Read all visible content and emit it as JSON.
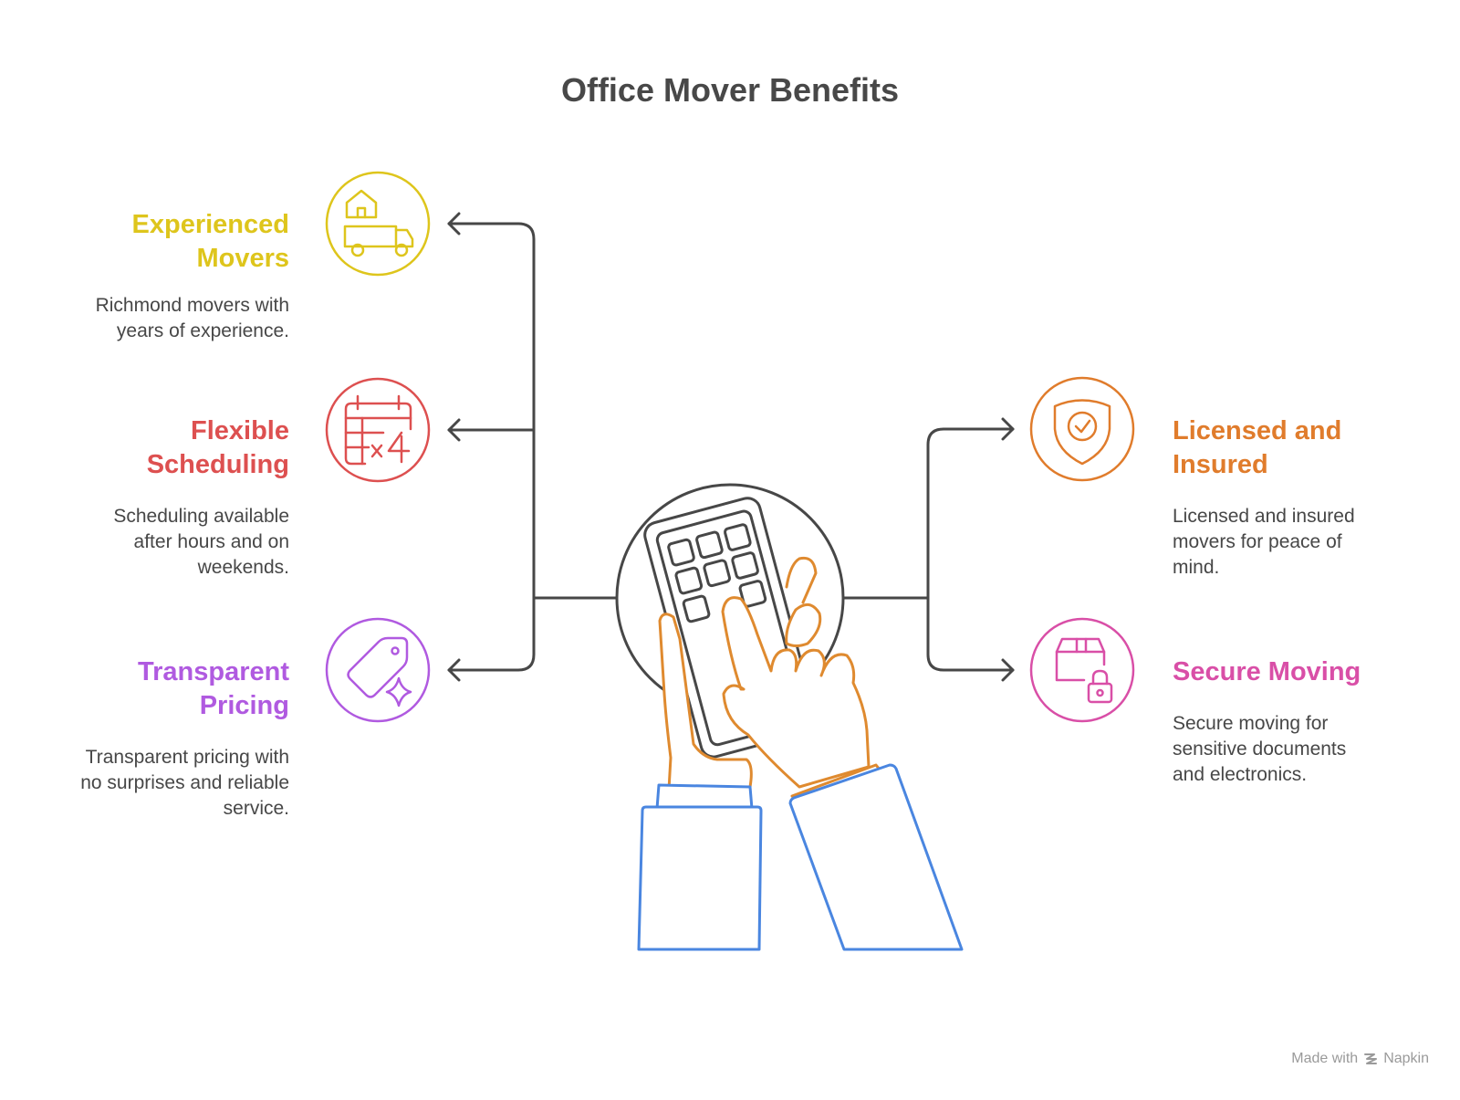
{
  "title": "Office Mover Benefits",
  "colors": {
    "connector": "#474747",
    "yellow": "#DEC51C",
    "red": "#DD5050",
    "purple": "#B05AE0",
    "orange": "#E07C2C",
    "pink": "#D94FA7",
    "sleeve": "#4A86E0",
    "hand": "#DF8A2F",
    "phone": "#474747"
  },
  "benefits": [
    {
      "heading_line1": "Experienced",
      "heading_line2": "Movers",
      "desc_line1": "Richmond movers with",
      "desc_line2": "years of experience.",
      "desc_line3": "",
      "icon": "moving-truck-house-icon",
      "color": "yellow"
    },
    {
      "heading_line1": "Flexible",
      "heading_line2": "Scheduling",
      "desc_line1": "Scheduling available",
      "desc_line2": "after hours and on",
      "desc_line3": "weekends.",
      "icon": "calendar-times-four-icon",
      "color": "red"
    },
    {
      "heading_line1": "Transparent",
      "heading_line2": "Pricing",
      "desc_line1": "Transparent pricing with",
      "desc_line2": "no surprises and reliable",
      "desc_line3": "service.",
      "icon": "price-tag-sparkle-icon",
      "color": "purple"
    },
    {
      "heading_line1": "Licensed and",
      "heading_line2": "Insured",
      "desc_line1": "Licensed and insured",
      "desc_line2": "movers for peace of",
      "desc_line3": "mind.",
      "icon": "shield-check-icon",
      "color": "orange"
    },
    {
      "heading_line1": "Secure Moving",
      "heading_line2": "",
      "desc_line1": "Secure moving for",
      "desc_line2": "sensitive documents",
      "desc_line3": "and electronics.",
      "icon": "box-padlock-icon",
      "color": "pink"
    }
  ],
  "footer": {
    "made_with": "Made with",
    "brand": "Napkin"
  }
}
